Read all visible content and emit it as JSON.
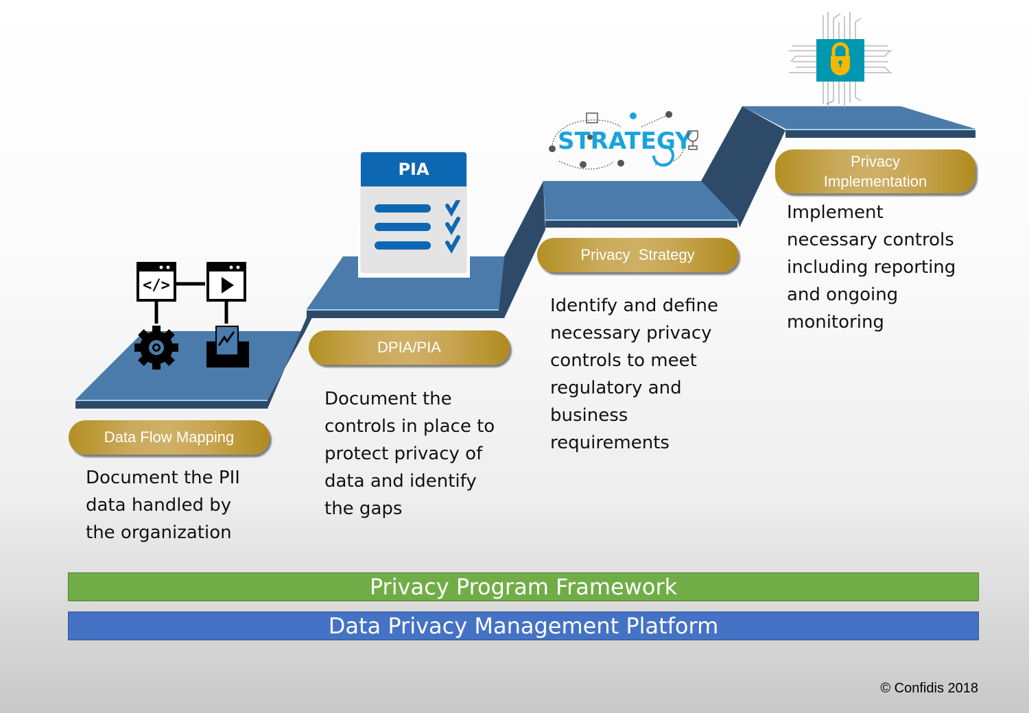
{
  "steps": [
    {
      "id": "data-flow-mapping",
      "label": "Data Flow Mapping",
      "description": [
        "Document the PII",
        "data handled by",
        "the organization"
      ]
    },
    {
      "id": "dpia-pia",
      "label": "DPIA/PIA",
      "icon_text": "PIA",
      "description": [
        "Document the",
        "controls in place to",
        "protect privacy of",
        "data and identify",
        "the gaps"
      ]
    },
    {
      "id": "privacy-strategy",
      "label": "Privacy  Strategy",
      "icon_text": "STRATEGY",
      "description": [
        "Identify and define",
        "necessary privacy",
        "controls to meet",
        "regulatory and",
        "business",
        "requirements"
      ]
    },
    {
      "id": "privacy-implementation",
      "label_lines": [
        "Privacy",
        "Implementation"
      ],
      "description": [
        "Implement",
        "necessary controls",
        "including reporting",
        "and ongoing",
        "monitoring"
      ]
    }
  ],
  "foundation": {
    "framework": "Privacy Program Framework",
    "platform": "Data Privacy Management Platform"
  },
  "colors": {
    "stair_top": "#4a7aaa",
    "stair_side": "#2e4e6e",
    "gold": "#c9a95a",
    "framework_bar": "#70ad47",
    "platform_bar": "#4472c4"
  },
  "footer": {
    "copyright": "© Confidis 2018"
  }
}
